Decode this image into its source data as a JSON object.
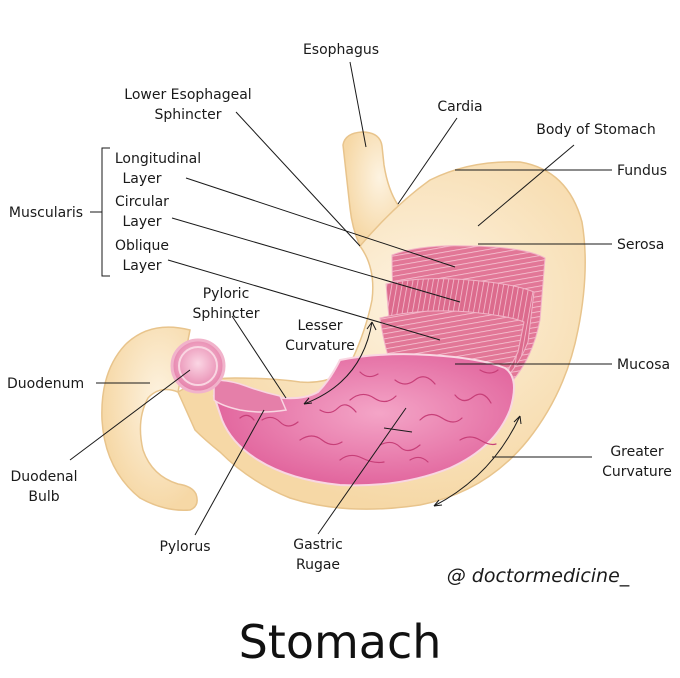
{
  "title": "Stomach",
  "watermark": "@ doctormedicine_",
  "labels": {
    "esophagus": "Esophagus",
    "les_1": "Lower Esophageal",
    "les_2": "Sphincter",
    "cardia": "Cardia",
    "body": "Body of Stomach",
    "fundus": "Fundus",
    "serosa": "Serosa",
    "muscularis": "Muscularis",
    "longitudinal_1": "Longitudinal",
    "longitudinal_2": "Layer",
    "circular_1": "Circular",
    "circular_2": "Layer",
    "oblique_1": "Oblique",
    "oblique_2": "Layer",
    "pyloric_1": "Pyloric",
    "pyloric_2": "Sphincter",
    "lesser_1": "Lesser",
    "lesser_2": "Curvature",
    "duodenum": "Duodenum",
    "mucosa": "Mucosa",
    "duodenal_1": "Duodenal",
    "duodenal_2": "Bulb",
    "greater_1": "Greater",
    "greater_2": "Curvature",
    "pylorus": "Pylorus",
    "rugae_1": "Gastric",
    "rugae_2": "Rugae"
  },
  "colors": {
    "outer_wall": "#f8ddb0",
    "outer_wall_light": "#fbecd0",
    "wall_outline": "#e8c48c",
    "mucosa": "#e0609a",
    "mucosa_light": "#ef93bd",
    "muscle": "#d9547f",
    "rugae": "#c73f78",
    "text": "#1a1a1a"
  }
}
